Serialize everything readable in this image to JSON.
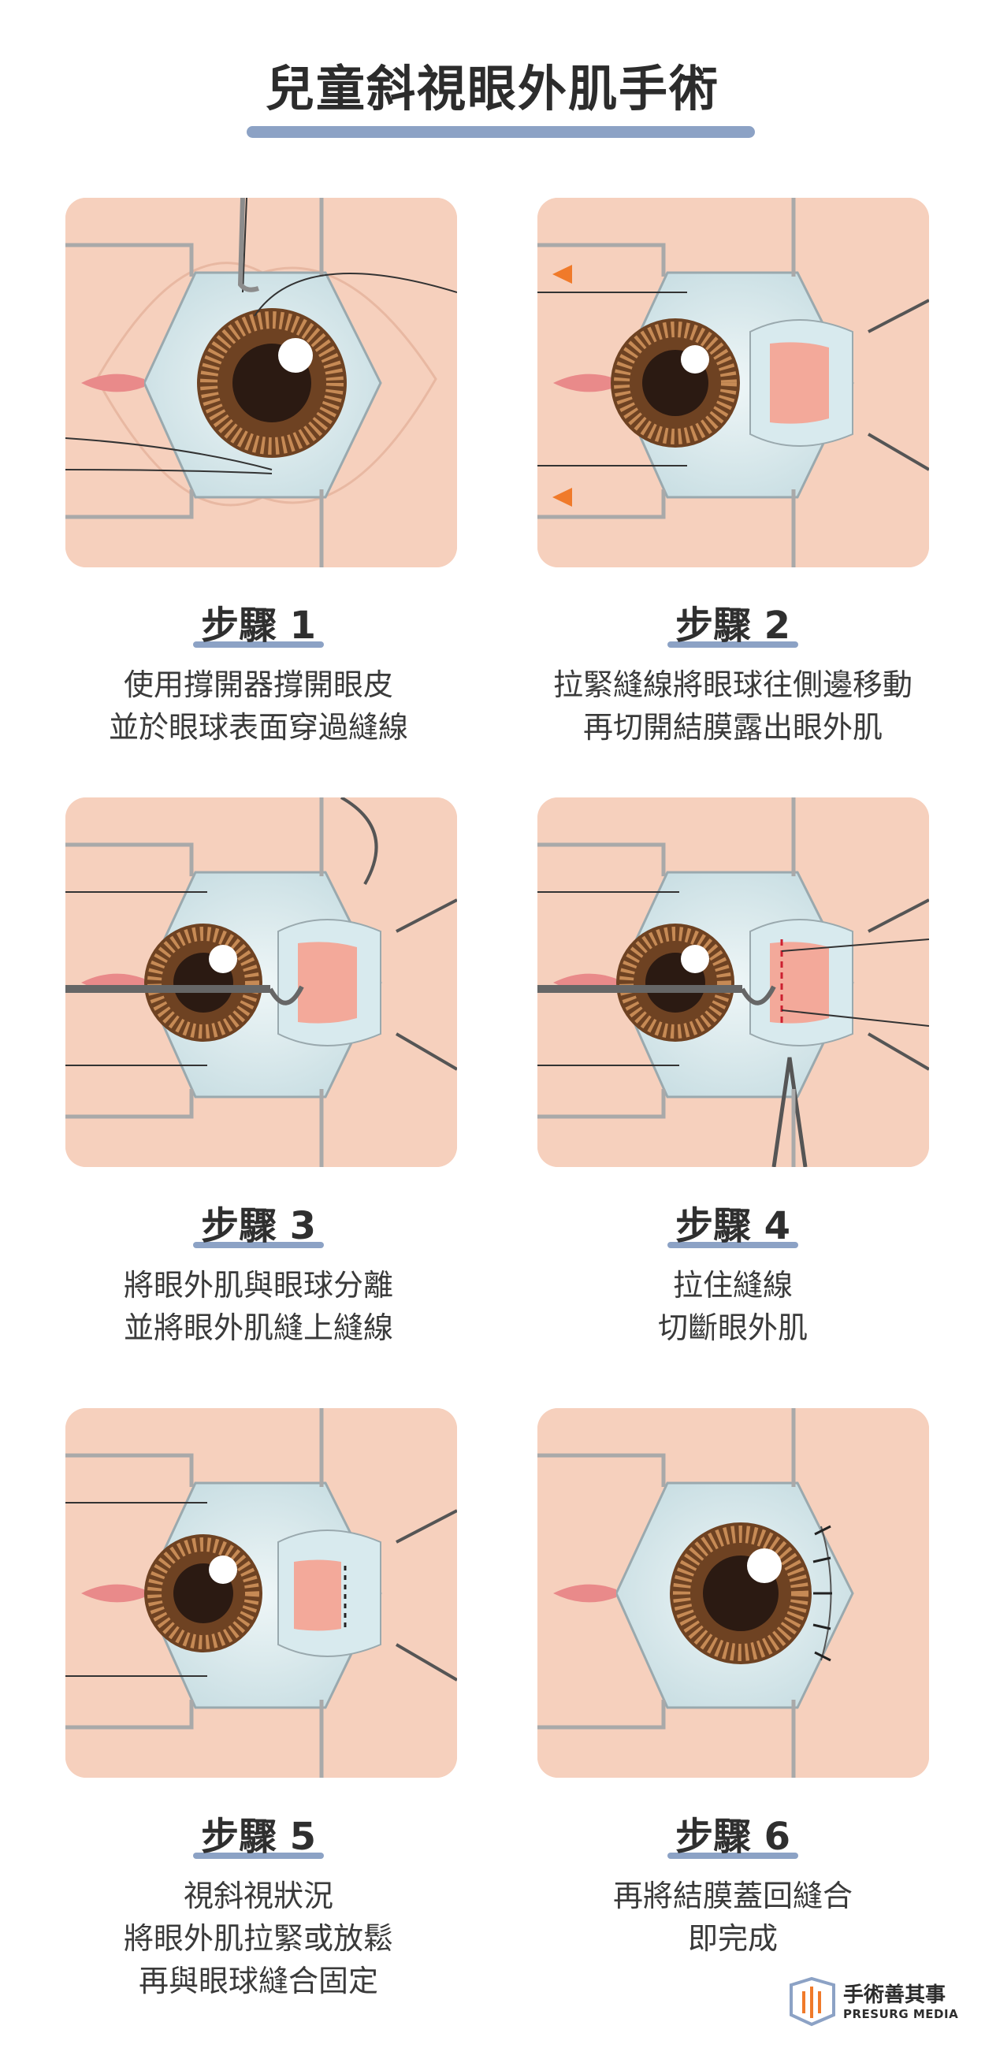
{
  "title": "兒童斜視眼外肌手術",
  "steps": [
    {
      "label": "步驟 1",
      "lines": [
        "使用撐開器撐開眼皮",
        "並於眼球表面穿過縫線"
      ]
    },
    {
      "label": "步驟 2",
      "lines": [
        "拉緊縫線將眼球往側邊移動",
        "再切開結膜露出眼外肌"
      ]
    },
    {
      "label": "步驟 3",
      "lines": [
        "將眼外肌與眼球分離",
        "並將眼外肌縫上縫線"
      ]
    },
    {
      "label": "步驟 4",
      "lines": [
        "拉住縫線",
        "切斷眼外肌"
      ]
    },
    {
      "label": "步驟 5",
      "lines": [
        "視斜視狀況",
        "將眼外肌拉緊或放鬆",
        "再與眼球縫合固定"
      ]
    },
    {
      "label": "步驟 6",
      "lines": [
        "再將結膜蓋回縫合",
        "即完成"
      ]
    }
  ],
  "brand": {
    "name_cn": "手術善其事",
    "name_en": "PRESURG MEDIA"
  },
  "colors": {
    "skin": "#f6d0bd",
    "sclera": "#dcebee",
    "iris": "#7a4a26",
    "muscle": "#f3a99a",
    "arrow": "#f07a2a",
    "accent_bar": "#8ca2c5"
  }
}
